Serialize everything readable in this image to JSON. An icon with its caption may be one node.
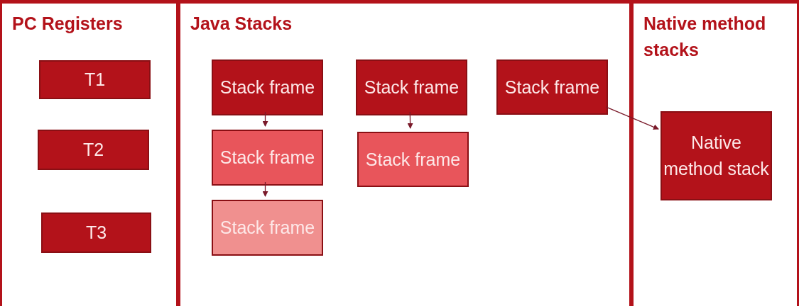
{
  "diagram": {
    "nodes": [
      {
        "text": [
          "PC Registers"
        ]
      },
      {
        "text": [
          "T1"
        ],
        "in": 0
      },
      {
        "text": [
          "T2"
        ],
        "in": 0
      },
      {
        "text": [
          "T3"
        ],
        "in": 0
      },
      {
        "text": [
          "Java Stacks"
        ]
      },
      {
        "text": [
          "Stack frame"
        ],
        "in": 4
      },
      {
        "text": [
          "Stack frame"
        ],
        "in": 4
      },
      {
        "text": [
          "Stack frame"
        ],
        "in": 4
      },
      {
        "text": [
          "Stack frame"
        ],
        "in": 4
      },
      {
        "text": [
          "Stack frame"
        ],
        "in": 4
      },
      {
        "text": [
          "Stack frame"
        ],
        "in": 4
      },
      {
        "text": [
          "Native method stacks"
        ]
      },
      {
        "text": [
          "Native method stack"
        ],
        "in": 11
      }
    ],
    "edges": [
      {
        "from": 5,
        "to": 6,
        "arrow": "to"
      },
      {
        "from": 6,
        "to": 7,
        "arrow": "to"
      },
      {
        "from": 8,
        "to": 9,
        "arrow": "to"
      },
      {
        "from": 10,
        "to": 12,
        "arrow": "to"
      }
    ]
  }
}
